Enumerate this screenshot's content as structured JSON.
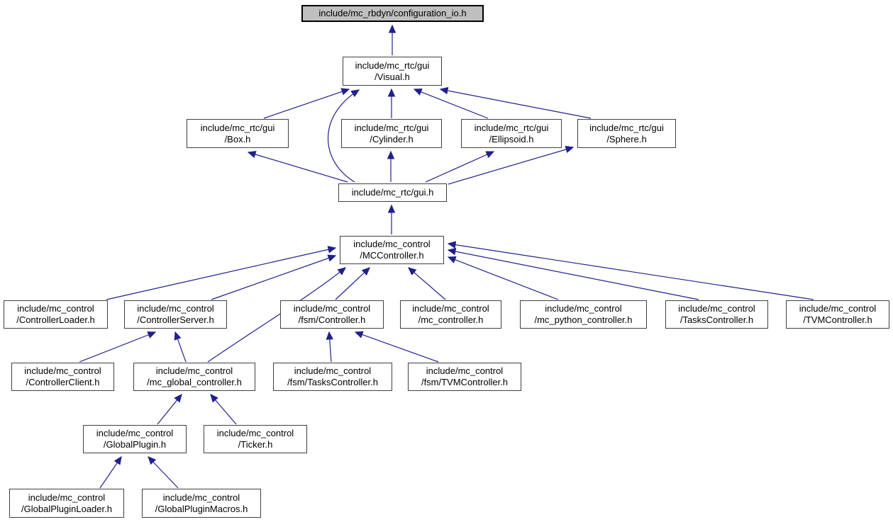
{
  "diagram": {
    "type": "include-dependency-graph",
    "nodes": {
      "configuration_io": {
        "line1": "include/mc_rbdyn/configuration_io.h",
        "highlighted": true
      },
      "visual": {
        "line1": "include/mc_rtc/gui",
        "line2": "/Visual.h"
      },
      "box": {
        "line1": "include/mc_rtc/gui",
        "line2": "/Box.h"
      },
      "cylinder": {
        "line1": "include/mc_rtc/gui",
        "line2": "/Cylinder.h"
      },
      "ellipsoid": {
        "line1": "include/mc_rtc/gui",
        "line2": "/Ellipsoid.h"
      },
      "sphere": {
        "line1": "include/mc_rtc/gui",
        "line2": "/Sphere.h"
      },
      "gui": {
        "line1": "include/mc_rtc/gui.h"
      },
      "mccontroller": {
        "line1": "include/mc_control",
        "line2": "/MCController.h"
      },
      "controllerloader": {
        "line1": "include/mc_control",
        "line2": "/ControllerLoader.h"
      },
      "controllerserver": {
        "line1": "include/mc_control",
        "line2": "/ControllerServer.h"
      },
      "fsmcontroller": {
        "line1": "include/mc_control",
        "line2": "/fsm/Controller.h"
      },
      "mc_controller": {
        "line1": "include/mc_control",
        "line2": "/mc_controller.h"
      },
      "mc_python_controller": {
        "line1": "include/mc_control",
        "line2": "/mc_python_controller.h"
      },
      "taskscontroller": {
        "line1": "include/mc_control",
        "line2": "/TasksController.h"
      },
      "tvmcontroller": {
        "line1": "include/mc_control",
        "line2": "/TVMController.h"
      },
      "controllerclient": {
        "line1": "include/mc_control",
        "line2": "/ControllerClient.h"
      },
      "mc_global_controller": {
        "line1": "include/mc_control",
        "line2": "/mc_global_controller.h"
      },
      "fsmtaskscontroller": {
        "line1": "include/mc_control",
        "line2": "/fsm/TasksController.h"
      },
      "fsmtvmcontroller": {
        "line1": "include/mc_control",
        "line2": "/fsm/TVMController.h"
      },
      "globalplugin": {
        "line1": "include/mc_control",
        "line2": "/GlobalPlugin.h"
      },
      "ticker": {
        "line1": "include/mc_control",
        "line2": "/Ticker.h"
      },
      "globalpluginloader": {
        "line1": "include/mc_control",
        "line2": "/GlobalPluginLoader.h"
      },
      "globalpluginmacros": {
        "line1": "include/mc_control",
        "line2": "/GlobalPluginMacros.h"
      }
    },
    "edges": [
      {
        "from": "visual",
        "to": "configuration_io"
      },
      {
        "from": "box",
        "to": "visual"
      },
      {
        "from": "cylinder",
        "to": "visual"
      },
      {
        "from": "ellipsoid",
        "to": "visual"
      },
      {
        "from": "sphere",
        "to": "visual"
      },
      {
        "from": "gui",
        "to": "visual"
      },
      {
        "from": "gui",
        "to": "box"
      },
      {
        "from": "gui",
        "to": "cylinder"
      },
      {
        "from": "gui",
        "to": "ellipsoid"
      },
      {
        "from": "gui",
        "to": "sphere"
      },
      {
        "from": "mccontroller",
        "to": "gui"
      },
      {
        "from": "controllerloader",
        "to": "mccontroller"
      },
      {
        "from": "controllerserver",
        "to": "mccontroller"
      },
      {
        "from": "mc_global_controller",
        "to": "mccontroller"
      },
      {
        "from": "fsmcontroller",
        "to": "mccontroller"
      },
      {
        "from": "mc_controller",
        "to": "mccontroller"
      },
      {
        "from": "mc_python_controller",
        "to": "mccontroller"
      },
      {
        "from": "taskscontroller",
        "to": "mccontroller"
      },
      {
        "from": "tvmcontroller",
        "to": "mccontroller"
      },
      {
        "from": "controllerclient",
        "to": "controllerserver"
      },
      {
        "from": "mc_global_controller",
        "to": "controllerserver"
      },
      {
        "from": "fsmtaskscontroller",
        "to": "fsmcontroller"
      },
      {
        "from": "fsmtvmcontroller",
        "to": "fsmcontroller"
      },
      {
        "from": "globalplugin",
        "to": "mc_global_controller"
      },
      {
        "from": "ticker",
        "to": "mc_global_controller"
      },
      {
        "from": "globalpluginloader",
        "to": "globalplugin"
      },
      {
        "from": "globalpluginmacros",
        "to": "globalplugin"
      }
    ]
  },
  "colors": {
    "edge": "#20208c",
    "node_border": "#404040",
    "node_fill": "#ffffff",
    "highlight_fill": "#bfbfbf",
    "highlight_border": "#000000",
    "text": "#000000",
    "background": "#ffffff"
  }
}
